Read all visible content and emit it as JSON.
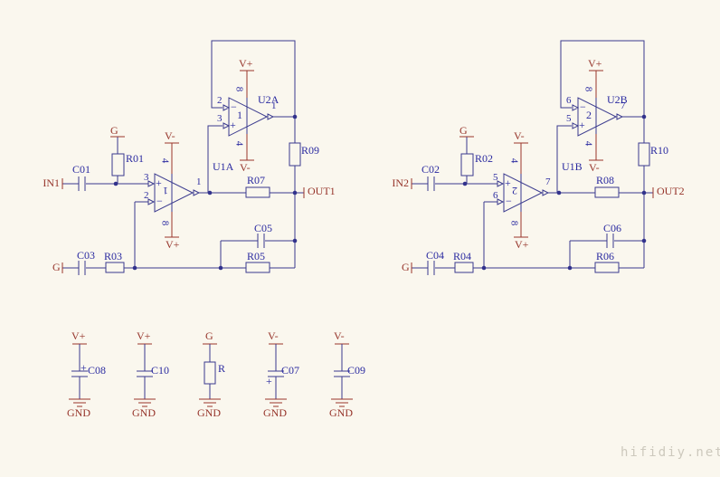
{
  "watermark": "hifidiy.net",
  "left": {
    "in_port": "IN1",
    "g_top": "G",
    "g_bot": "G",
    "out_port": "OUT1",
    "c_in": "C01",
    "c_gnd": "C03",
    "c_fb": "C05",
    "r_bias": "R01",
    "r_gnd": "R03",
    "r_fb": "R05",
    "r_out": "R07",
    "r_iso": "R09",
    "main": {
      "name": "U1A",
      "part": "1",
      "pin_plus": "3",
      "pin_minus": "2",
      "pin_out": "1",
      "plus": "+",
      "minus": "−",
      "v_top": "V-",
      "v_bot": "V+",
      "pin_v_top": "4",
      "pin_v_bot": "8"
    },
    "buf": {
      "name": "U2A",
      "part": "1",
      "pin_plus": "3",
      "pin_minus": "2",
      "pin_out": "1",
      "plus": "+",
      "minus": "−",
      "v_top": "V+",
      "v_bot": "V-",
      "pin_v_top": "8",
      "pin_v_bot": "4"
    }
  },
  "right": {
    "in_port": "IN2",
    "g_top": "G",
    "g_bot": "G",
    "out_port": "OUT2",
    "c_in": "C02",
    "c_gnd": "C04",
    "c_fb": "C06",
    "r_bias": "R02",
    "r_gnd": "R04",
    "r_fb": "R06",
    "r_out": "R08",
    "r_iso": "R10",
    "main": {
      "name": "U1B",
      "part": "2",
      "pin_plus": "5",
      "pin_minus": "6",
      "pin_out": "7",
      "plus": "+",
      "minus": "−",
      "v_top": "V-",
      "v_bot": "V+",
      "pin_v_top": "4",
      "pin_v_bot": "8"
    },
    "buf": {
      "name": "U2B",
      "part": "2",
      "pin_plus": "5",
      "pin_minus": "6",
      "pin_out": "7",
      "plus": "+",
      "minus": "−",
      "v_top": "V+",
      "v_bot": "V-",
      "pin_v_top": "8",
      "pin_v_bot": "4"
    }
  },
  "power_row": {
    "cols": [
      {
        "rail": "V+",
        "label": "C08",
        "polarity": "+",
        "gnd": "GND"
      },
      {
        "rail": "V+",
        "label": "C10",
        "polarity": "",
        "gnd": "GND"
      },
      {
        "rail": "G",
        "label": "R",
        "polarity": "",
        "gnd": "GND"
      },
      {
        "rail": "V-",
        "label": "C07",
        "polarity": "+",
        "gnd": "GND"
      },
      {
        "rail": "V-",
        "label": "C09",
        "polarity": "",
        "gnd": "GND"
      }
    ]
  }
}
